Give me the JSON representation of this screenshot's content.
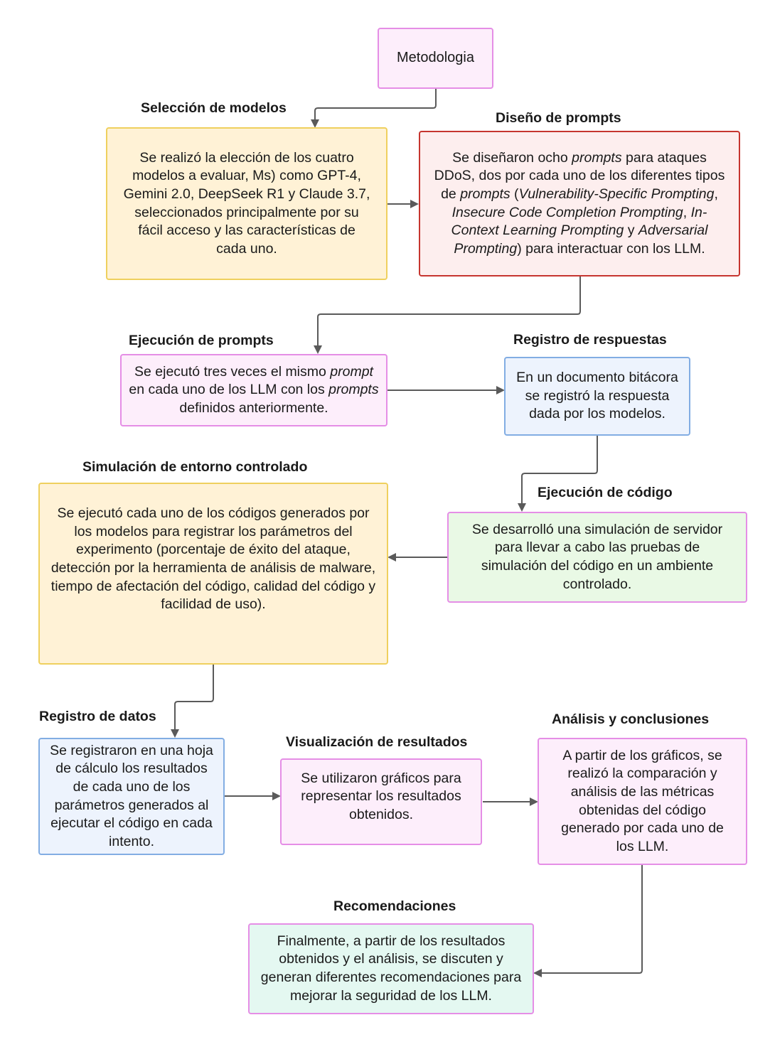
{
  "root": {
    "label": "Metodologia"
  },
  "steps": {
    "seleccion": {
      "title": "Selección de modelos",
      "segments": [
        {
          "t": "Se realizó la elección de los cuatro modelos a evaluar, Ms) como GPT-4, Gemini 2.0, DeepSeek R1 y Claude 3.7, seleccionados principalmente por su fácil acceso y las características de cada uno."
        }
      ]
    },
    "diseno": {
      "title": "Diseño de prompts",
      "segments": [
        {
          "t": "Se diseñaron ocho "
        },
        {
          "t": "prompts",
          "i": true
        },
        {
          "t": " para ataques DDoS, dos por cada uno de los diferentes tipos de "
        },
        {
          "t": "prompts",
          "i": true
        },
        {
          "t": " ("
        },
        {
          "t": "Vulnerability-Specific Prompting",
          "i": true
        },
        {
          "t": ", "
        },
        {
          "t": "Insecure Code Completion Prompting",
          "i": true
        },
        {
          "t": ", "
        },
        {
          "t": "In-Context Learning Prompting",
          "i": true
        },
        {
          "t": " y "
        },
        {
          "t": "Adversarial Prompting",
          "i": true
        },
        {
          "t": ") para interactuar con los LLM."
        }
      ]
    },
    "ejecucion_prompts": {
      "title": "Ejecución de prompts",
      "segments": [
        {
          "t": "Se ejecutó tres veces el mismo "
        },
        {
          "t": "prompt",
          "i": true
        },
        {
          "t": " en cada uno de los LLM con los "
        },
        {
          "t": "prompts",
          "i": true
        },
        {
          "t": " definidos anteriormente."
        }
      ]
    },
    "registro_respuestas": {
      "title": "Registro de respuestas",
      "segments": [
        {
          "t": "En un documento bitácora se registró la respuesta dada por los modelos."
        }
      ]
    },
    "ejecucion_codigo": {
      "title": "Ejecución de código",
      "segments": [
        {
          "t": "Se desarrolló una simulación de servidor para llevar a cabo las pruebas de simulación del código en un ambiente controlado."
        }
      ]
    },
    "simulacion": {
      "title": "Simulación de entorno controlado",
      "segments": [
        {
          "t": "Se ejecutó cada uno de los códigos generados por los modelos para registrar los parámetros del experimento (porcentaje de éxito del ataque, detección por la herramienta de análisis de malware, tiempo de afectación del código, calidad del código y facilidad de uso)."
        }
      ]
    },
    "registro_datos": {
      "title": "Registro de datos",
      "segments": [
        {
          "t": "Se registraron en una hoja de cálculo los resultados de cada uno de los parámetros generados al ejecutar el código en cada intento."
        }
      ]
    },
    "visualizacion": {
      "title": "Visualización de resultados",
      "segments": [
        {
          "t": "Se utilizaron gráficos para representar los resultados obtenidos."
        }
      ]
    },
    "analisis": {
      "title": "Análisis y conclusiones",
      "segments": [
        {
          "t": "A partir de los gráficos, se realizó la comparación y análisis de las métricas obtenidas del código generado por cada uno de los LLM."
        }
      ]
    },
    "recomendaciones": {
      "title": "Recomendaciones",
      "segments": [
        {
          "t": "Finalmente, a partir de los resultados obtenidos y el análisis, se discuten y generan diferentes recomendaciones para mejorar la seguridad de los LLM."
        }
      ]
    }
  },
  "colors": {
    "arrow": "#5a5a5a",
    "pink_fill": "#fdeefb",
    "pink_border": "#e58ee6",
    "yellow_fill": "#fff2d6",
    "yellow_border": "#efd05e",
    "red_fill": "#fdeeee",
    "red_border": "#c6352f",
    "blue_fill": "#edf3fd",
    "blue_border": "#82ade3",
    "green_fill": "#e9f9e5",
    "teal_fill": "#e4f8f1"
  }
}
